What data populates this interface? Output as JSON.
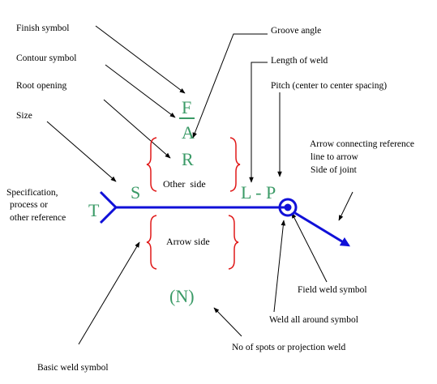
{
  "labels": {
    "finish_symbol": "Finish symbol",
    "contour_symbol": "Contour symbol",
    "root_opening": "Root opening",
    "size": "Size",
    "groove_angle": "Groove angle",
    "length_of_weld": "Length of weld",
    "pitch": "Pitch (center to center spacing)",
    "arrow_connecting_1": "Arrow connecting reference",
    "arrow_connecting_2": "line to arrow",
    "side_of_joint": "Side of joint",
    "specification_1": "Specification,",
    "specification_2": "process or",
    "specification_3": "other reference",
    "field_weld_symbol": "Field weld symbol",
    "weld_all_around_symbol": "Weld all around symbol",
    "no_of_spots": "No of spots or projection weld",
    "basic_weld_symbol": "Basic weld symbol"
  },
  "symbols": {
    "F": "F",
    "A": "A",
    "R": "R",
    "S": "S",
    "LP": "L - P",
    "T": "T",
    "N": "(N)"
  },
  "sides": {
    "other_side": "Other  side",
    "arrow_side": "Arrow side"
  },
  "colors": {
    "reference_line": "#1010d8",
    "symbol_text": "#3a9a66",
    "brace": "#e01818",
    "leader": "#000000"
  }
}
